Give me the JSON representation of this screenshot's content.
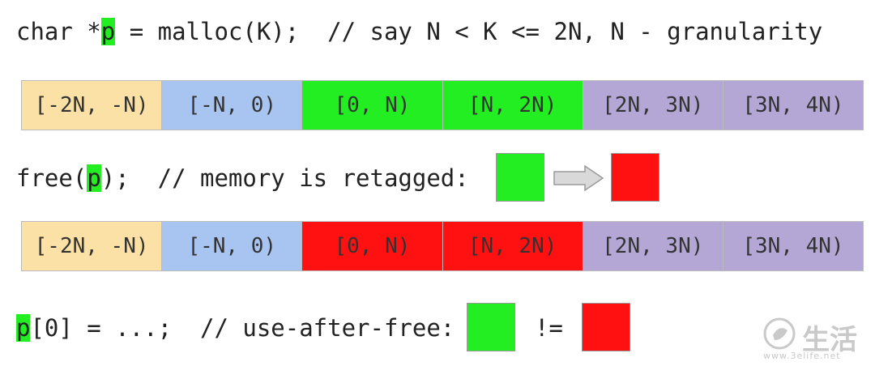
{
  "lines": {
    "malloc": {
      "pre": "char *",
      "var": "p",
      "post": " = malloc(K);  // say N < K <= 2N, N - granularity"
    },
    "free": {
      "pre": "free(",
      "var": "p",
      "post": ");  // memory is retagged:"
    },
    "use": {
      "pre": "",
      "var": "p",
      "post": "[0] = ...;  // use-after-free:"
    },
    "neq": "!="
  },
  "strip_before": [
    {
      "label": "[-2N, -N)",
      "color": "#fbe1a6"
    },
    {
      "label": "[-N, 0)",
      "color": "#a8c4f0"
    },
    {
      "label": "[0, N)",
      "color": "#22ee22"
    },
    {
      "label": "[N, 2N)",
      "color": "#22ee22"
    },
    {
      "label": "[2N, 3N)",
      "color": "#b4a7d6"
    },
    {
      "label": "[3N, 4N)",
      "color": "#b4a7d6"
    }
  ],
  "strip_after": [
    {
      "label": "[-2N, -N)",
      "color": "#fbe1a6"
    },
    {
      "label": "[-N, 0)",
      "color": "#a8c4f0"
    },
    {
      "label": "[0, N)",
      "color": "#ff1111"
    },
    {
      "label": "[N, 2N)",
      "color": "#ff1111"
    },
    {
      "label": "[2N, 3N)",
      "color": "#b4a7d6"
    },
    {
      "label": "[3N, 4N)",
      "color": "#b4a7d6"
    }
  ],
  "colors": {
    "old_tag": "#22ee22",
    "new_tag": "#ff1111",
    "arrow": "#d9d9d9"
  },
  "watermark": {
    "text": "生活",
    "url": "www.3elife.net"
  }
}
